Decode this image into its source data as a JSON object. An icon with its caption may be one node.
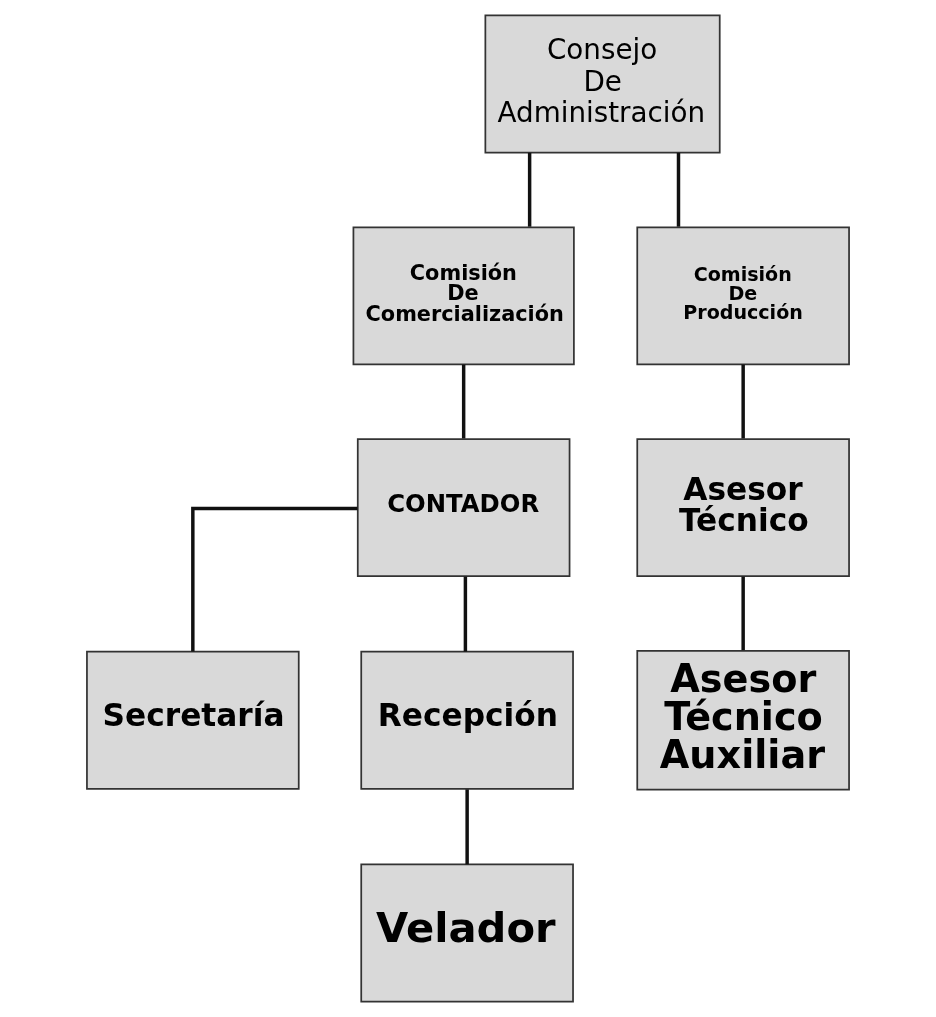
{
  "diagram": {
    "nodes": [
      {
        "text": [
          "Consejo De Administración"
        ]
      },
      {
        "text": [
          "Comisión De Comercialización"
        ]
      },
      {
        "text": [
          "Comisión De Producción"
        ]
      },
      {
        "text": [
          "CONTADOR"
        ]
      },
      {
        "text": [
          "Asesor Técnico"
        ]
      },
      {
        "text": [
          "Secretaría"
        ]
      },
      {
        "text": [
          "Recepción"
        ]
      },
      {
        "text": [
          "Asesor Técnico Auxiliar"
        ]
      },
      {
        "text": [
          "Velador"
        ]
      }
    ],
    "edges": [
      {
        "from": 0,
        "to": 1,
        "arrow": "none"
      },
      {
        "from": 0,
        "to": 2,
        "arrow": "none"
      },
      {
        "from": 1,
        "to": 3,
        "arrow": "none"
      },
      {
        "from": 2,
        "to": 4,
        "arrow": "none"
      },
      {
        "from": 3,
        "to": 5,
        "arrow": "none"
      },
      {
        "from": 3,
        "to": 6,
        "arrow": "none"
      },
      {
        "from": 4,
        "to": 7,
        "arrow": "none"
      },
      {
        "from": 6,
        "to": 8,
        "arrow": "none"
      }
    ]
  }
}
